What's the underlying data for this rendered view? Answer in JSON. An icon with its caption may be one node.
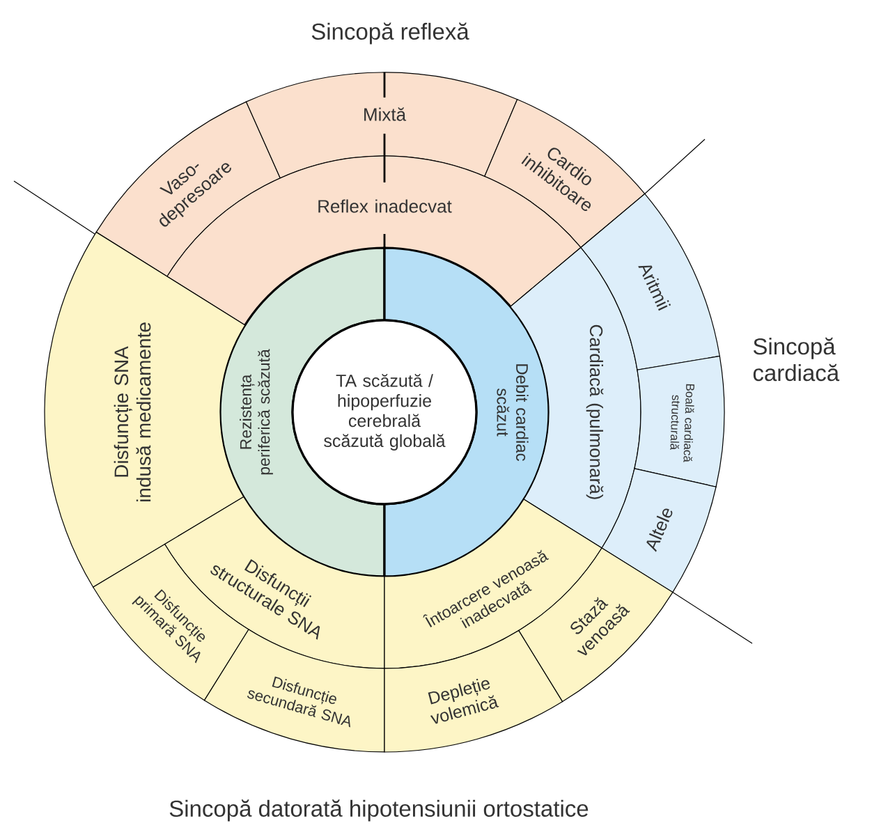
{
  "diagram": {
    "nodes": [
      {
        "text": [
          "Vaso-depresoare"
        ]
      },
      {
        "text": [
          "Mixtă"
        ]
      },
      {
        "text": [
          "Cardio inhibitoare"
        ]
      },
      {
        "text": [
          "Reflex inadecvat"
        ]
      },
      {
        "text": [
          "Rezistența periferică scăzută"
        ]
      },
      {
        "text": [
          "Debit cardiac scăzut"
        ]
      },
      {
        "text": [
          "TA scăzută / hipoperfuzie cerebrală scăzută globală"
        ]
      },
      {
        "text": [
          "Cardiacă (pulmonară)"
        ]
      },
      {
        "text": [
          "Aritmii"
        ]
      },
      {
        "text": [
          "Boală cardiacă structurală"
        ]
      },
      {
        "text": [
          "Altele"
        ]
      },
      {
        "text": [
          "Disfuncție SNA indusă medicamente"
        ]
      },
      {
        "text": [
          "Disfuncții structurale SNA"
        ]
      },
      {
        "text": [
          "Întoarcere venoasă inadecvată"
        ]
      },
      {
        "text": [
          "Disfuncție primară SNA"
        ]
      },
      {
        "text": [
          "Disfuncție secundară SNA"
        ]
      },
      {
        "text": [
          "Depleție volemică"
        ]
      },
      {
        "text": [
          "Stază venoasă"
        ]
      }
    ],
    "labels": [
      "Sincopă reflexă",
      "Sincopă cardiacă",
      "Sincopă datorată hipotensiunii ortostatice"
    ]
  }
}
